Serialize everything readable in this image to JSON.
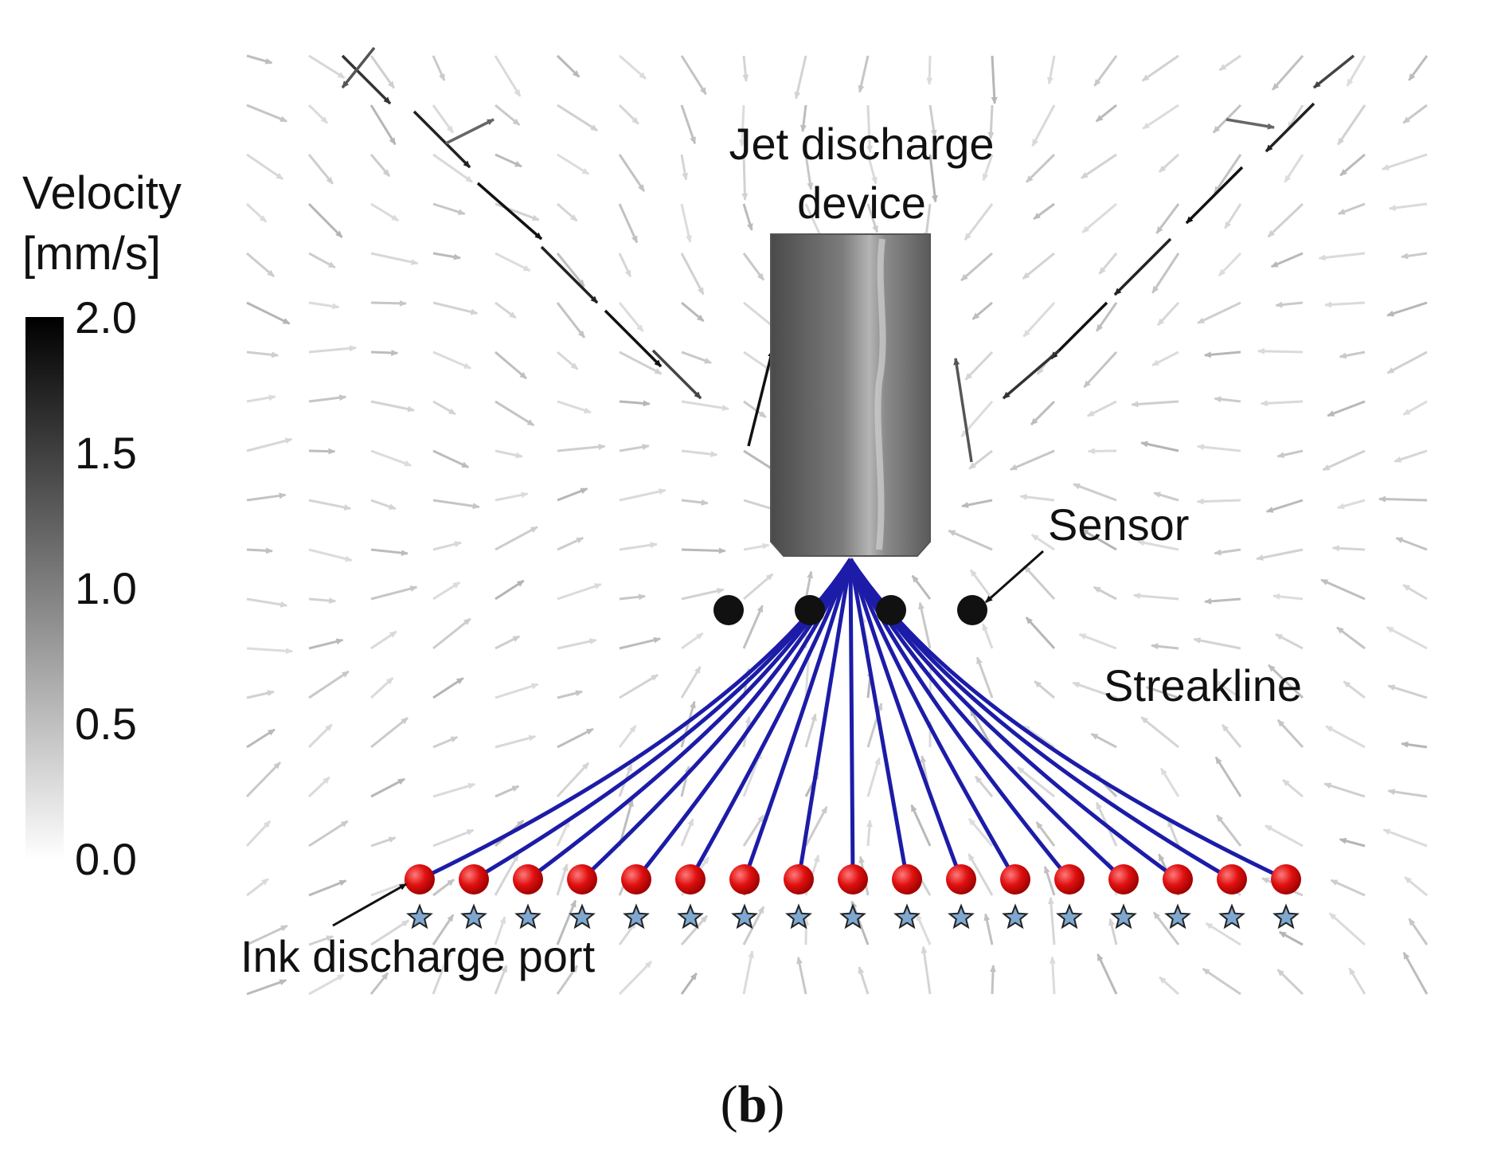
{
  "colorbar": {
    "title_line1": "Velocity",
    "title_line2": "[mm/s]",
    "ticks": [
      "2.0",
      "1.5",
      "1.0",
      "0.5",
      "0.0"
    ],
    "range": [
      0.0,
      2.0
    ],
    "color_low": "#ffffff",
    "color_high": "#000000"
  },
  "labels": {
    "device_line1": "Jet discharge",
    "device_line2": "device",
    "sensor": "Sensor",
    "streakline": "Streakline",
    "port": "Ink discharge port",
    "panel_open": "(",
    "panel_letter": "b",
    "panel_close": ")"
  },
  "diagram": {
    "ink_port_count": 17,
    "sensor_count": 4,
    "colors": {
      "streakline": "#1c1ca8",
      "ink_port": "#e01010",
      "port_star": "#7fa8d0",
      "sensor": "#111111",
      "device": "#7a7a7a"
    },
    "icons": [
      "velocity-arrow-icon",
      "ink-port-marker-icon",
      "star-marker-icon",
      "sensor-dot-icon"
    ]
  }
}
